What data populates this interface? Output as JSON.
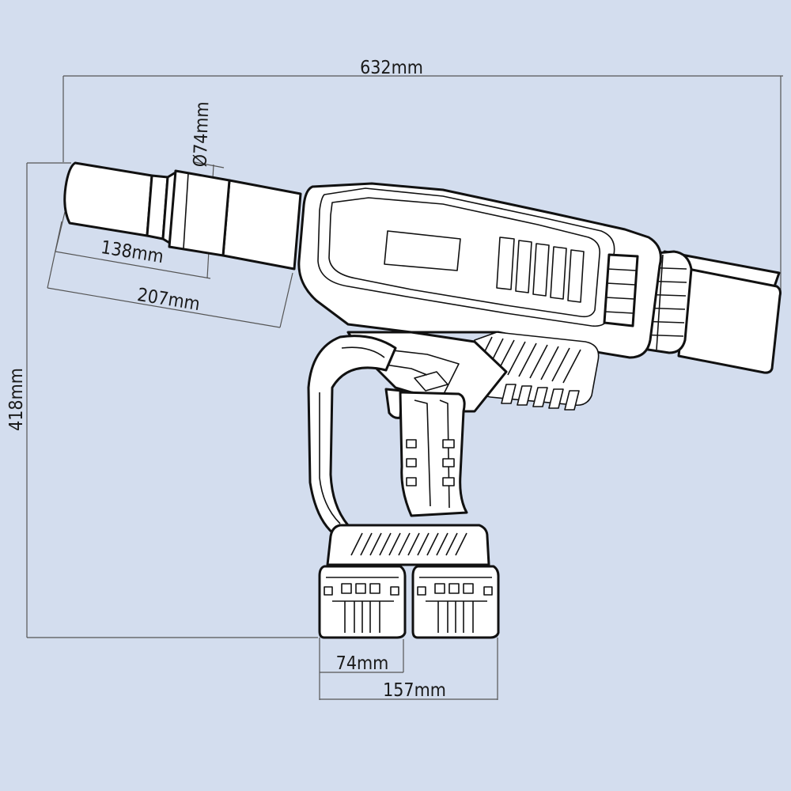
{
  "dimensions": {
    "overall_length": "632mm",
    "tube_diameter": "Ø74mm",
    "front_length_a": "138mm",
    "front_length_b": "207mm",
    "overall_height": "418mm",
    "battery_width": "74mm",
    "battery_pair_width": "157mm"
  },
  "colors": {
    "background": "#d3ddee",
    "line": "#111111",
    "dimension_line": "#555555"
  }
}
